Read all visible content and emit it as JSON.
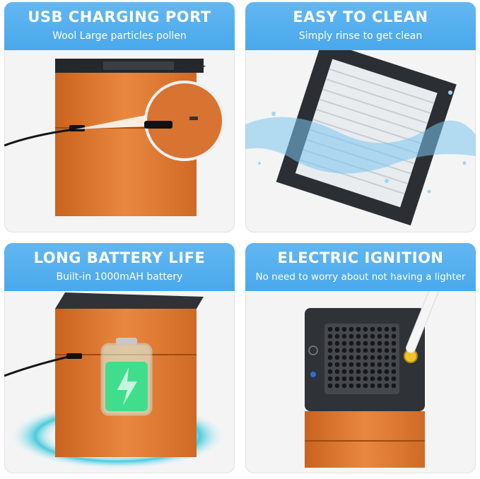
{
  "panels": [
    {
      "title": "USB CHARGING PORT",
      "subtitle": "Wool Large particles pollen"
    },
    {
      "title": "EASY TO CLEAN",
      "subtitle": "Simply rinse to get clean"
    },
    {
      "title": "LONG BATTERY LIFE",
      "subtitle": "Built-in 1000mAH battery"
    },
    {
      "title": "ELECTRIC IGNITION",
      "subtitle": "No need to worry about not having a lighter"
    }
  ],
  "colors": {
    "header": "#4aa8ec",
    "device_orange": "#e07a34",
    "device_top": "#2f3236",
    "battery_green": "#2fe08a",
    "water": "#7cc6f0"
  }
}
